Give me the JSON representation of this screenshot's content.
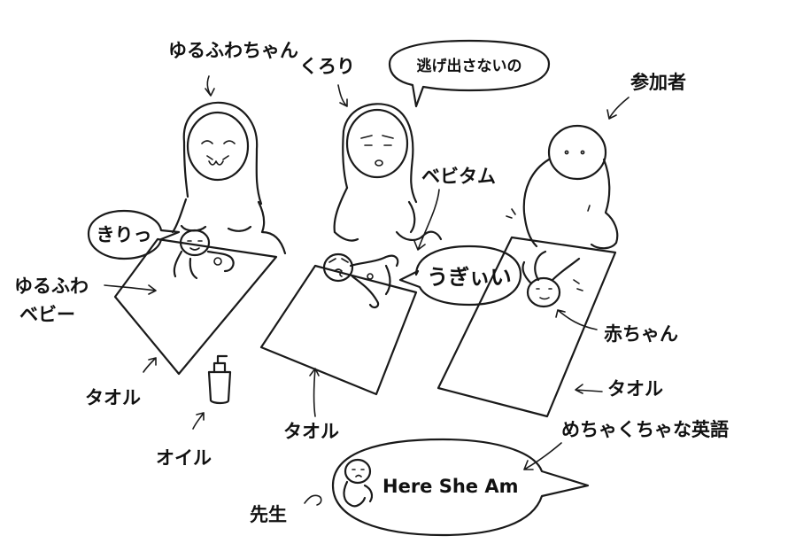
{
  "labels": {
    "yurufuwa": "ゆるふわちゃん",
    "kurori": "くろり",
    "speech_nigasanai": "逃げ出さないの",
    "participant": "参加者",
    "bebitamu": "ベビタム",
    "speech_kiri": "きりっ",
    "yurufuwa_baby_line1": "ゆるふわ",
    "yurufuwa_baby_line2": "ベビー",
    "speech_ugii": "うぎぃい",
    "baby": "赤ちゃん",
    "towel_1": "タオル",
    "towel_2": "タオル",
    "towel_3": "タオル",
    "oil": "オイル",
    "broken_english": "めちゃくちゃな英語",
    "teacher": "先生",
    "speech_english": "Here She Am"
  },
  "colors": {
    "ink": "#1a1a1a",
    "paper": "#ffffff"
  }
}
